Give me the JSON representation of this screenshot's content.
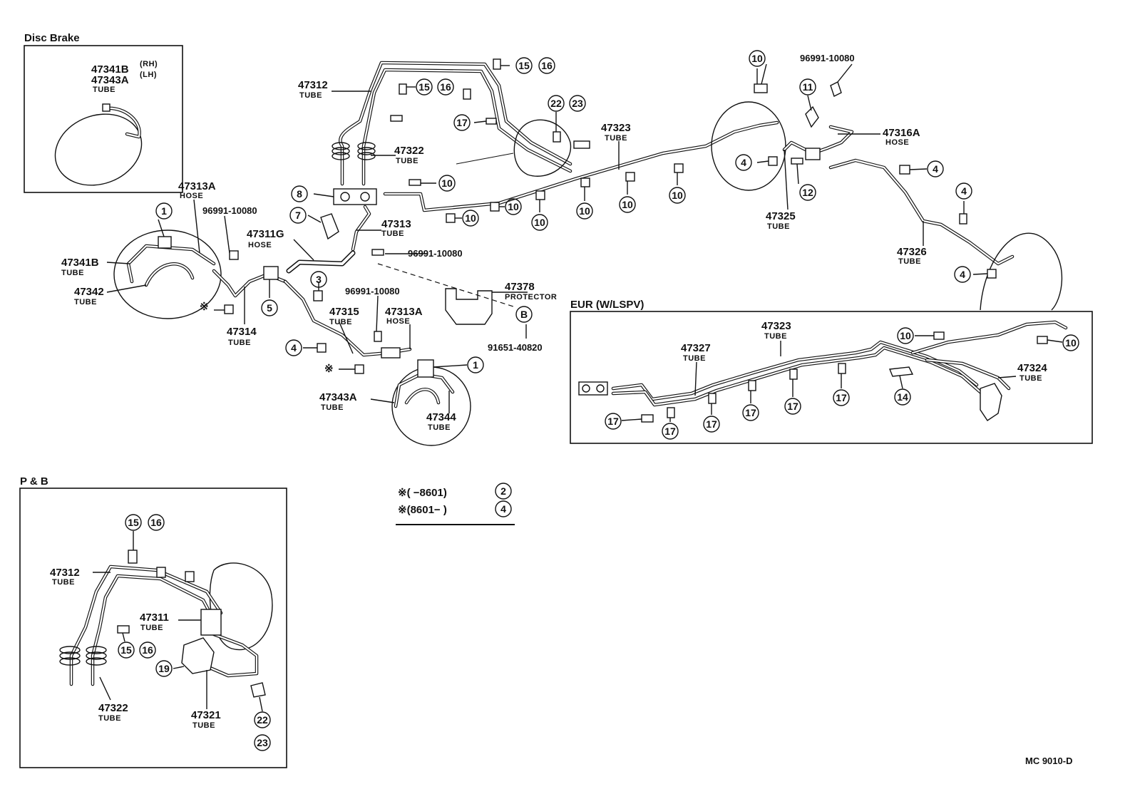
{
  "sections": {
    "disc_brake": "Disc Brake",
    "p_and_b": "P & B",
    "eur": "EUR (W/LSPV)"
  },
  "parts": {
    "p47341B_rh": "47341B",
    "rh": "(RH)",
    "p47343A_lh": "47343A",
    "lh": "(LH)",
    "p47312": "47312",
    "p47322": "47322",
    "p47323": "47323",
    "p47316A": "47316A",
    "p47313A": "47313A",
    "p96991": "96991-10080",
    "p47341B": "47341B",
    "p47342": "47342",
    "p47311G": "47311G",
    "p47313": "47313",
    "p47314": "47314",
    "p47315": "47315",
    "p47343A": "47343A",
    "p47344": "47344",
    "p47378": "47378",
    "p91651": "91651-40820",
    "p47325": "47325",
    "p47326": "47326",
    "p47327": "47327",
    "p47324": "47324",
    "p47311": "47311",
    "p47321": "47321"
  },
  "words": {
    "tube": "TUBE",
    "hose": "HOSE",
    "protector": "PROTECTOR"
  },
  "callouts": {
    "c1": "1",
    "c2": "2",
    "c3": "3",
    "c4": "4",
    "c5": "5",
    "c7": "7",
    "c8": "8",
    "c10": "10",
    "c11": "11",
    "c12": "12",
    "c14": "14",
    "c15": "15",
    "c16": "16",
    "c17": "17",
    "c19": "19",
    "c22": "22",
    "c23": "23",
    "cB": "B"
  },
  "legend": {
    "mark": "※",
    "line1": "※(      −8601)",
    "line2": "※(8601−       )"
  },
  "drawing_code": "MC  9010-D"
}
